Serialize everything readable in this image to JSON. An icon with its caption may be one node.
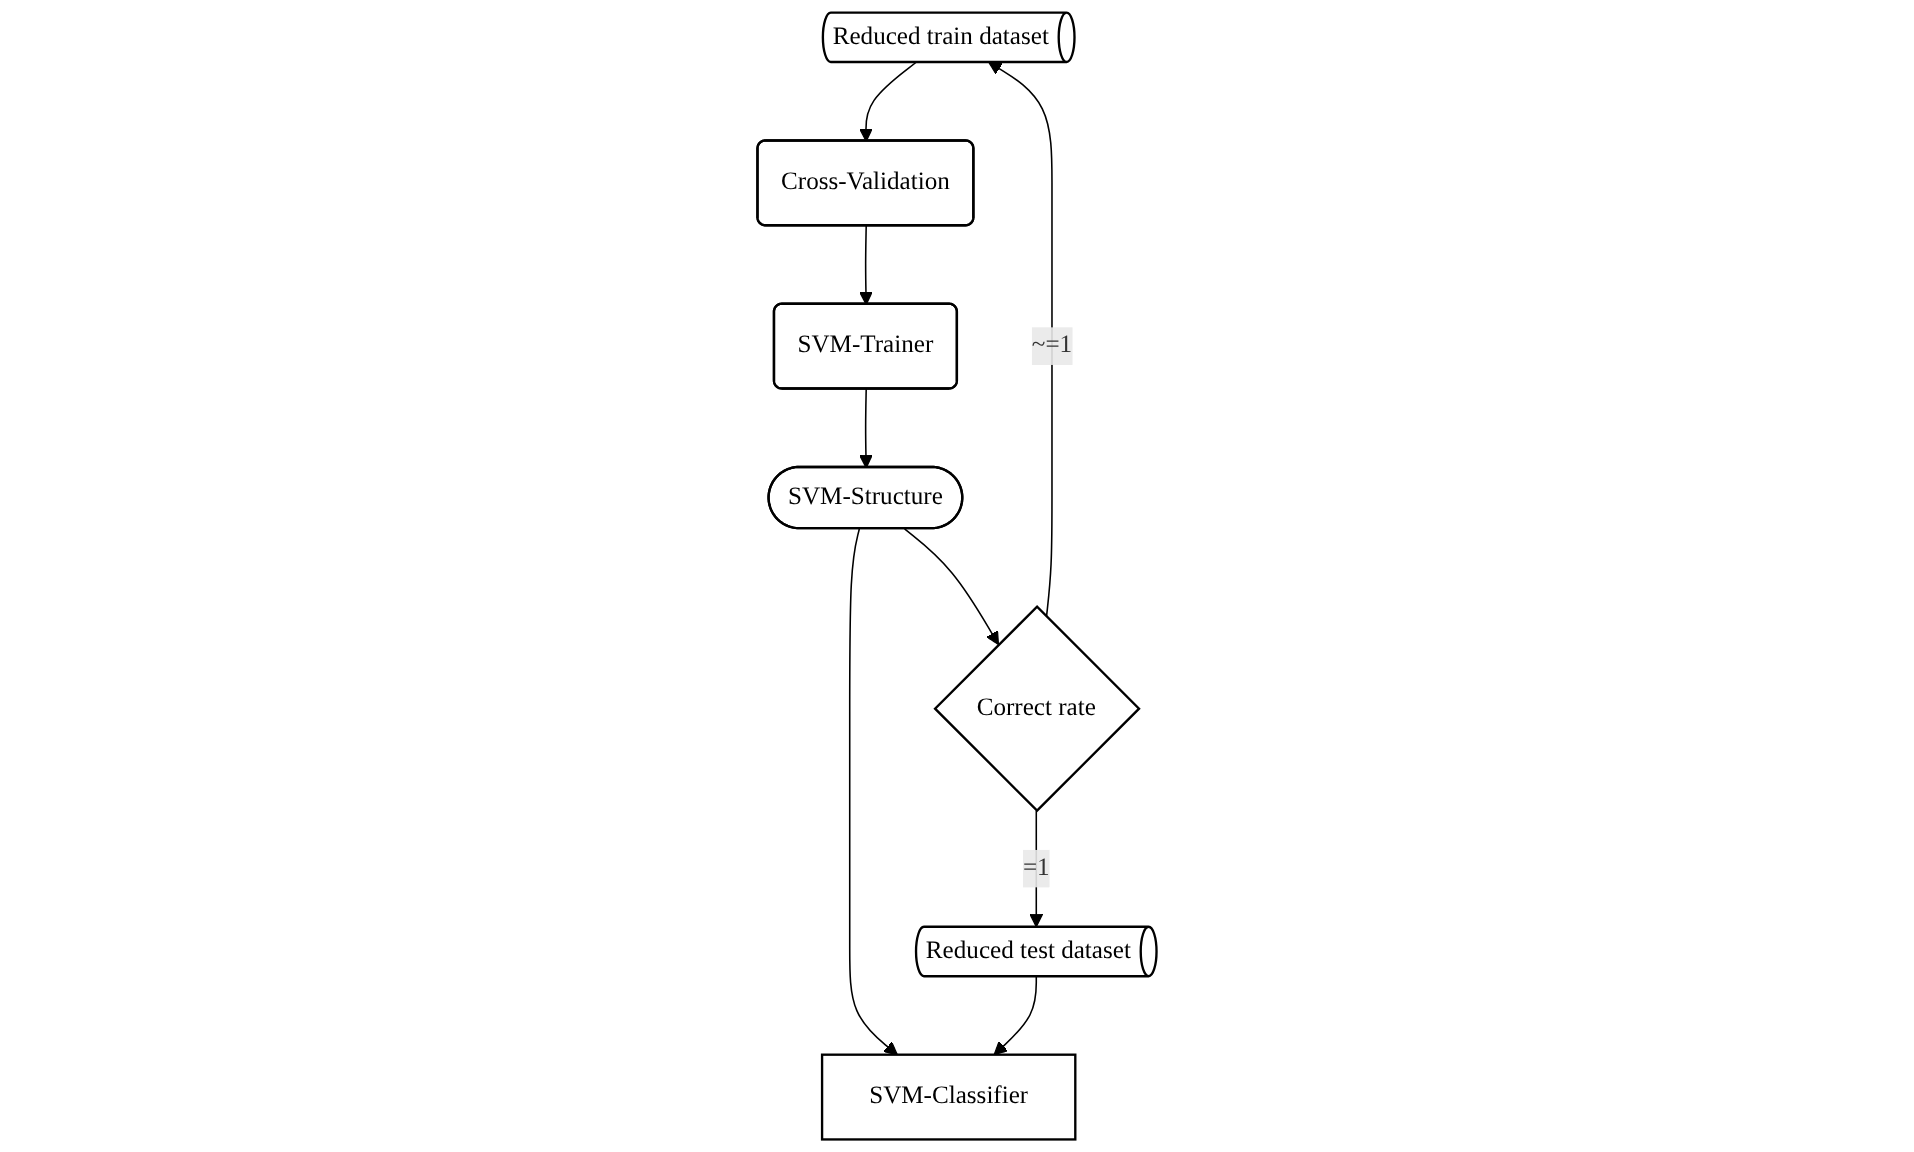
{
  "diagram": {
    "nodes": [
      {
        "text": [
          "Reduced train dataset"
        ]
      },
      {
        "text": [
          "Cross-Validation"
        ]
      },
      {
        "text": [
          "SVM-Trainer"
        ]
      },
      {
        "text": [
          "SVM-Structure"
        ]
      },
      {
        "text": [
          "Correct rate"
        ]
      },
      {
        "text": [
          "Reduced test dataset"
        ]
      },
      {
        "text": [
          "SVM-Classifier"
        ]
      }
    ],
    "edges": [
      {
        "from": 0,
        "to": 1,
        "arrow": "to"
      },
      {
        "from": 1,
        "to": 2,
        "arrow": "to"
      },
      {
        "from": 2,
        "to": 3,
        "arrow": "to"
      },
      {
        "from": 3,
        "to": 4,
        "arrow": "to"
      },
      {
        "from": 4,
        "to": 0,
        "arrow": "to",
        "label": "~=1"
      },
      {
        "from": 4,
        "to": 5,
        "arrow": "to",
        "label": "=1"
      },
      {
        "from": 3,
        "to": 6,
        "arrow": "to"
      },
      {
        "from": 5,
        "to": 6,
        "arrow": "to"
      }
    ]
  }
}
